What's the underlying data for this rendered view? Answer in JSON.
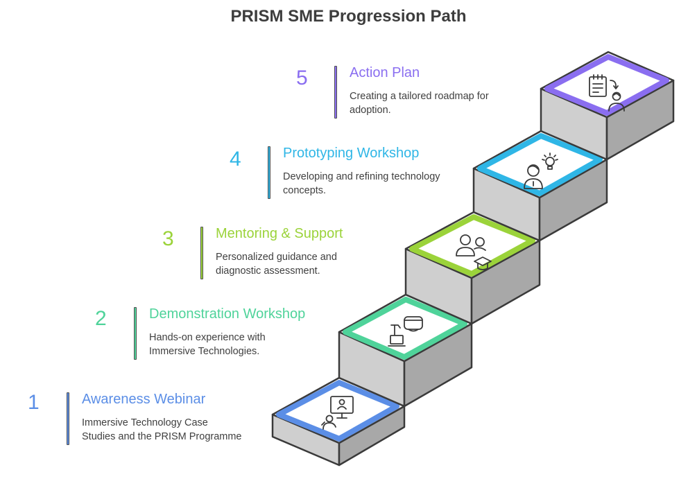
{
  "title": "PRISM SME Progression Path",
  "steps": [
    {
      "number": "1",
      "title": "Awareness Webinar",
      "description_lines": [
        "Immersive Technology Case",
        "Studies and the PRISM Programme"
      ],
      "color": "#5b8ee6",
      "icon": "person-presenting-icon"
    },
    {
      "number": "2",
      "title": "Demonstration Workshop",
      "description_lines": [
        "Hands-on experience with",
        "Immersive Technologies."
      ],
      "color": "#4fd39a",
      "icon": "vr-headset-icon"
    },
    {
      "number": "3",
      "title": "Mentoring & Support",
      "description_lines": [
        "Personalized guidance and",
        "diagnostic assessment."
      ],
      "color": "#9bd33a",
      "icon": "mentor-student-icon"
    },
    {
      "number": "4",
      "title": "Prototyping Workshop",
      "description_lines": [
        "Developing and refining technology",
        "concepts."
      ],
      "color": "#2fb6e6",
      "icon": "person-idea-icon"
    },
    {
      "number": "5",
      "title": "Action Plan",
      "description_lines": [
        "Creating a tailored roadmap for",
        "adoption."
      ],
      "color": "#8a6ef0",
      "icon": "roadmap-person-icon"
    }
  ]
}
